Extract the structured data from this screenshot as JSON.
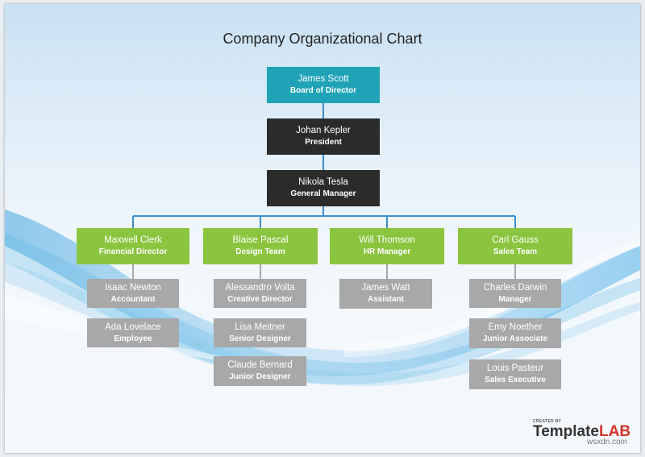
{
  "title": "Company Organizational Chart",
  "top": [
    {
      "name": "James Scott",
      "role": "Board of Director"
    },
    {
      "name": "Johan Kepler",
      "role": "President"
    },
    {
      "name": "Nikola Tesla",
      "role": "General Manager"
    }
  ],
  "departments": [
    {
      "name": "Maxwell Clerk",
      "role": "Financial Director",
      "members": [
        {
          "name": "Isaac Newton",
          "role": "Accountant"
        },
        {
          "name": "Ada Lovelace",
          "role": "Employee"
        }
      ]
    },
    {
      "name": "Blaise Pascal",
      "role": "Design Team",
      "members": [
        {
          "name": "Alessandro Volta",
          "role": "Creative Director"
        },
        {
          "name": "Lisa Meitner",
          "role": "Senior Designer"
        },
        {
          "name": "Claude Bernard",
          "role": "Junior Designer"
        }
      ]
    },
    {
      "name": "Will Thomson",
      "role": "HR Manager",
      "members": [
        {
          "name": "James Watt",
          "role": "Assistant"
        }
      ]
    },
    {
      "name": "Carl Gauss",
      "role": "Sales Team",
      "members": [
        {
          "name": "Charles Darwin",
          "role": "Manager"
        },
        {
          "name": "Emy Noether",
          "role": "Junior Associate"
        },
        {
          "name": "Louis Pasteur",
          "role": "Sales Executive"
        }
      ]
    }
  ],
  "logo": {
    "created_by": "CREATED BY",
    "brand_main": "Template",
    "brand_accent": "LAB"
  },
  "watermark": "wsxdn.com",
  "colors": {
    "top": "#1fa3b7",
    "executive": "#2b2b2b",
    "department": "#8bc53f",
    "member": "#a8a8a8",
    "connector": "#3a8fd1"
  }
}
